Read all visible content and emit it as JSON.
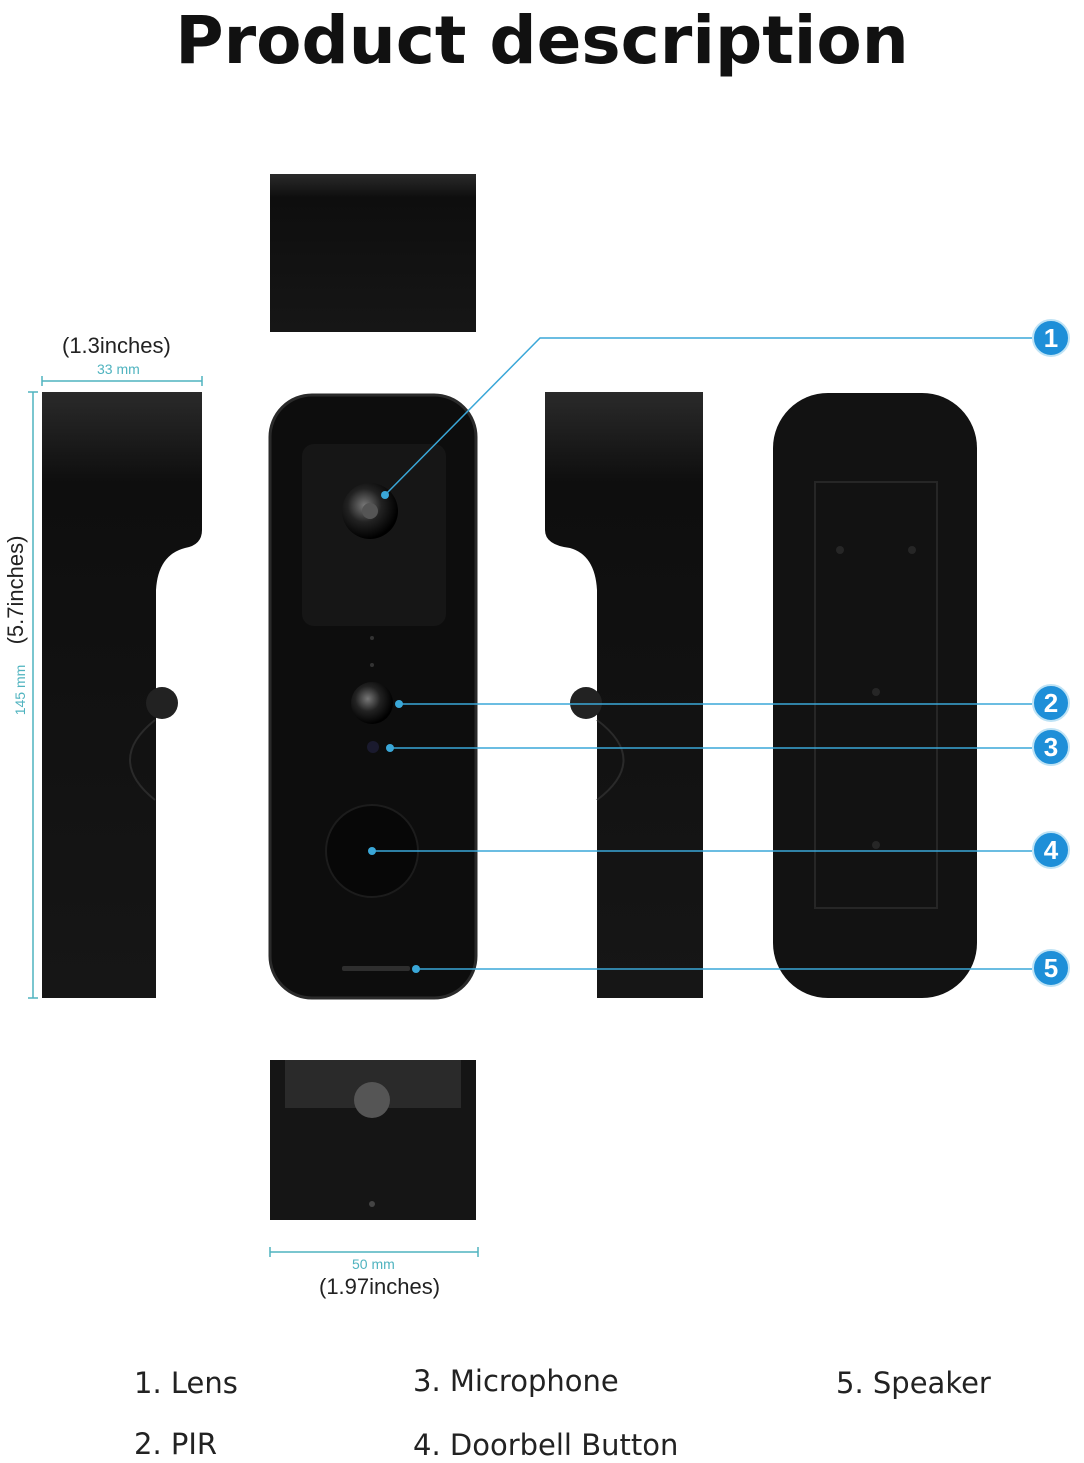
{
  "title": "Product description",
  "dimensions": {
    "width_side": {
      "mm": "33 mm",
      "inches": "(1.3inches)"
    },
    "height": {
      "mm": "145 mm",
      "inches": "(5.7inches)"
    },
    "width_front": {
      "mm": "50 mm",
      "inches": "(1.97inches)"
    }
  },
  "callouts": [
    {
      "number": "1",
      "label": "1. Lens"
    },
    {
      "number": "2",
      "label": "2. PIR"
    },
    {
      "number": "3",
      "label": "3. Microphone"
    },
    {
      "number": "4",
      "label": "4. Doorbell Button"
    },
    {
      "number": "5",
      "label": "5. Speaker"
    }
  ],
  "colors": {
    "callout": "#1e8fd8",
    "dimension": "#4fb3bf",
    "device": "#121212"
  }
}
